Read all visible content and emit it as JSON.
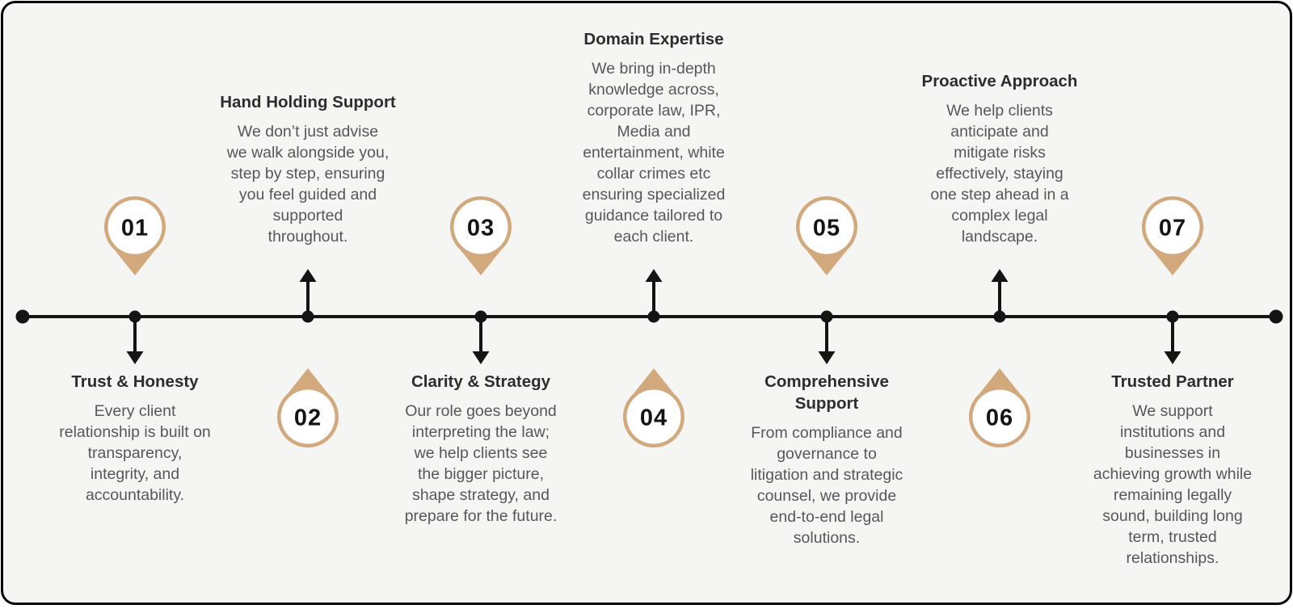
{
  "page": {
    "background": "#ffffff"
  },
  "card": {
    "background": "#f5f5f4",
    "border_color": "#060606"
  },
  "colors": {
    "accent_tan": "#d2a87d",
    "axis_black": "#141414",
    "title_text": "#2d2d30",
    "body_text": "#55575c",
    "pin_inner": "#ffffff"
  },
  "timeline": {
    "items": [
      {
        "number": "01",
        "pin_side": "above-line",
        "text_side": "below-line",
        "title": "Trust & Honesty",
        "body": [
          "Every client",
          "relationship is built on",
          "transparency,",
          "integrity, and",
          "accountability."
        ]
      },
      {
        "number": "02",
        "pin_side": "below-line",
        "text_side": "above-line",
        "title": "Hand Holding Support",
        "body": [
          "We don’t just advise",
          "we walk alongside you,",
          "step by step, ensuring",
          "you feel guided and",
          "supported",
          "throughout."
        ]
      },
      {
        "number": "03",
        "pin_side": "above-line",
        "text_side": "below-line",
        "title": "Clarity & Strategy",
        "body": [
          "Our role goes beyond",
          "interpreting the law;",
          "we help clients see",
          "the bigger picture,",
          "shape strategy, and",
          "prepare for the future."
        ]
      },
      {
        "number": "04",
        "pin_side": "below-line",
        "text_side": "above-line",
        "title": "Domain Expertise",
        "body": [
          "We bring in-depth",
          "knowledge across,",
          "corporate law, IPR,",
          "Media and",
          "entertainment, white",
          "collar crimes etc",
          "ensuring specialized",
          "guidance tailored to",
          "each client."
        ]
      },
      {
        "number": "05",
        "pin_side": "above-line",
        "text_side": "below-line",
        "title": [
          "Comprehensive",
          "Support"
        ],
        "body": [
          "From compliance and",
          "governance to",
          "litigation and strategic",
          "counsel, we provide",
          "end-to-end legal",
          "solutions."
        ]
      },
      {
        "number": "06",
        "pin_side": "below-line",
        "text_side": "above-line",
        "title": "Proactive Approach",
        "body": [
          "We help clients",
          "anticipate and",
          "mitigate risks",
          "effectively, staying",
          "one step ahead in a",
          "complex legal",
          "landscape."
        ]
      },
      {
        "number": "07",
        "pin_side": "above-line",
        "text_side": "below-line",
        "title": "Trusted Partner",
        "body": [
          "We support",
          "institutions and",
          "businesses in",
          "achieving growth while",
          "remaining legally",
          "sound, building long",
          "term, trusted",
          "relationships."
        ]
      }
    ]
  }
}
